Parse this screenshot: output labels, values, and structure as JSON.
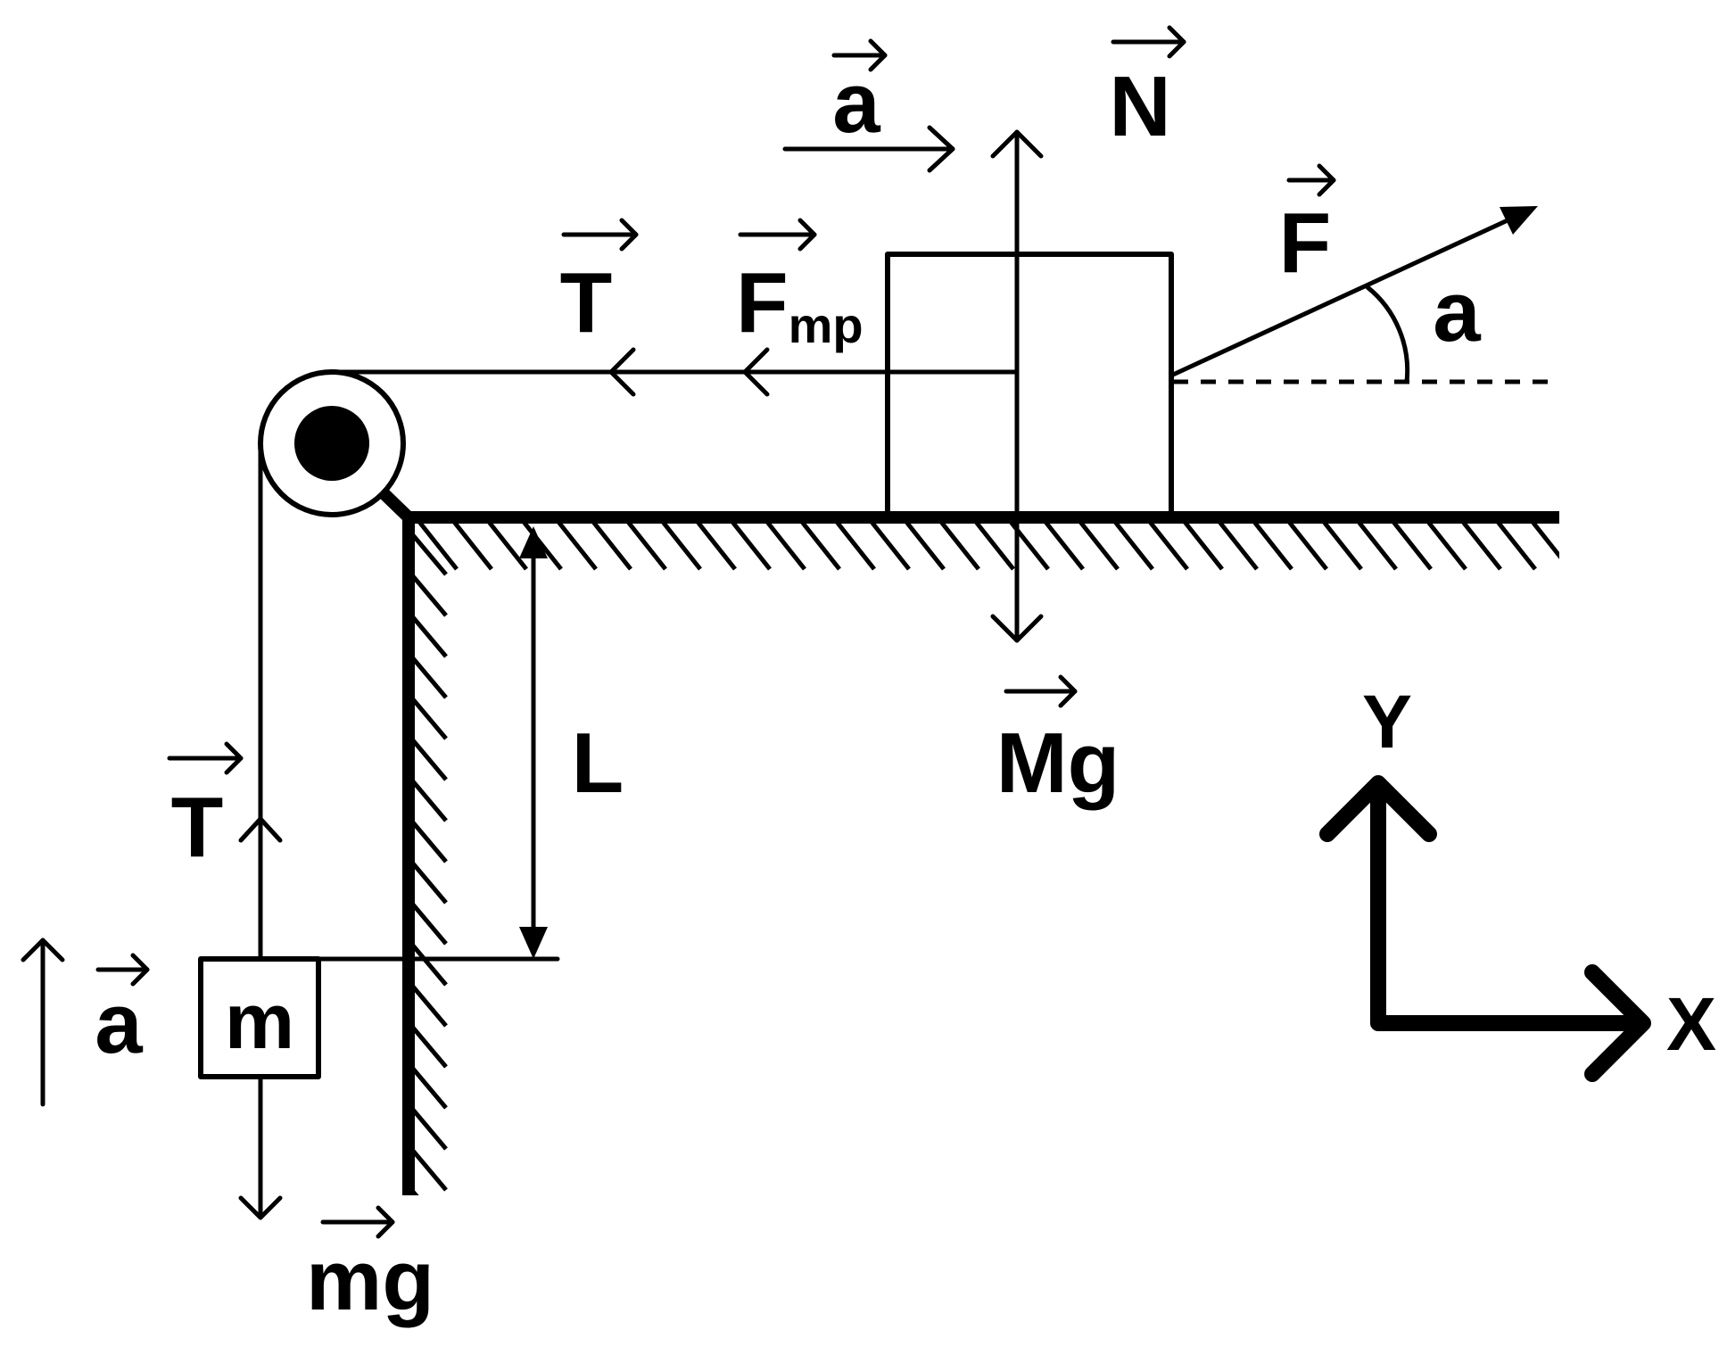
{
  "labels": {
    "a_top": "a",
    "N": "N",
    "F": "F",
    "angle": "a",
    "T_top": "T",
    "F_mp_main": "F",
    "F_mp_sub": "mp",
    "Mg": "Mg",
    "L": "L",
    "T_left": "T",
    "a_left": "a",
    "m": "m",
    "mg": "mg",
    "axis_y": "Y",
    "axis_x": "X"
  }
}
